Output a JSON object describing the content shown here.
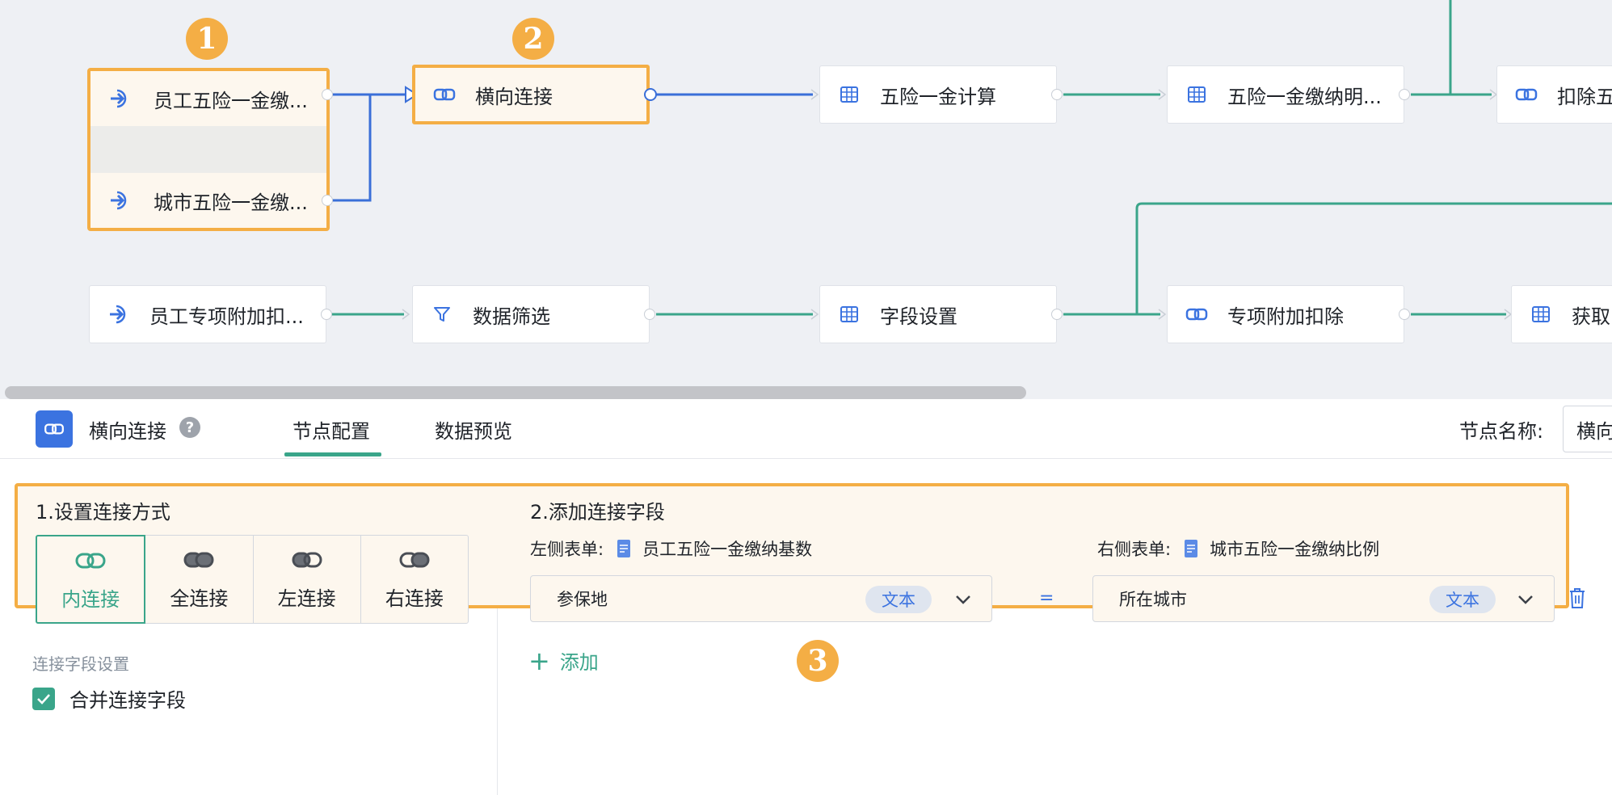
{
  "badges": {
    "one": "1",
    "two": "2",
    "three": "3"
  },
  "canvas": {
    "source_emp_base": "员工五险一金缴...",
    "source_city_rate": "城市五险一金缴...",
    "join_node": "横向连接",
    "calc_node": "五险一金计算",
    "detail_node": "五险一金缴纳明...",
    "deduct_five_node": "扣除五",
    "source_special": "员工专项附加扣...",
    "filter_node": "数据筛选",
    "field_node": "字段设置",
    "special_deduct_node": "专项附加扣除",
    "get_node": "获取"
  },
  "panel": {
    "title": "横向连接",
    "help": "?",
    "tabs": [
      {
        "label": "节点配置"
      },
      {
        "label": "数据预览"
      }
    ],
    "node_name_label": "节点名称:",
    "node_name_value": "横向"
  },
  "config": {
    "section1": "1.设置连接方式",
    "join_types": [
      {
        "label": "内连接"
      },
      {
        "label": "全连接"
      },
      {
        "label": "左连接"
      },
      {
        "label": "右连接"
      }
    ],
    "selected_join": "内连接",
    "section2": "2.添加连接字段",
    "left_table_label": "左侧表单:",
    "left_table_name": "员工五险一金缴纳基数",
    "right_table_label": "右侧表单:",
    "right_table_name": "城市五险一金缴纳比例",
    "left_field": "参保地",
    "left_field_type": "文本",
    "right_field": "所在城市",
    "right_field_type": "文本",
    "equals": "=",
    "add_label": "添加",
    "join_field_settings": "连接字段设置",
    "merge_label": "合并连接字段",
    "merge_checked": true
  },
  "colors": {
    "accent_green": "#3aa58a",
    "accent_blue": "#3b73e0",
    "highlight": "#f4ae45"
  }
}
